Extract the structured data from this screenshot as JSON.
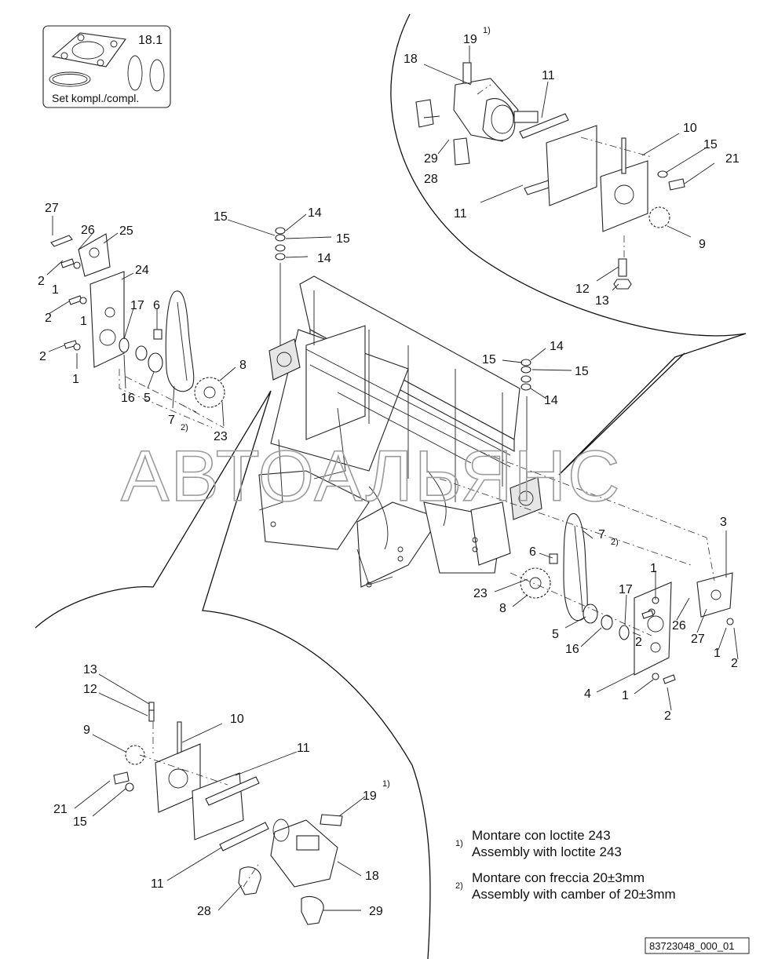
{
  "kit": {
    "number": "18.1",
    "caption": "Set kompl./compl."
  },
  "watermark": "АВТОАЛЬЯНС",
  "notes": [
    {
      "marker": "1)",
      "line1": "Montare con loctite 243",
      "line2": "Assembly with loctite 243"
    },
    {
      "marker": "2)",
      "line1": "Montare con freccia 20±3mm",
      "line2": "Assembly with camber of 20±3mm"
    }
  ],
  "drawing_code": "83723048_000_01",
  "callouts": {
    "top_detail": [
      "19",
      "1)",
      "18",
      "11",
      "10",
      "15",
      "21",
      "29",
      "28",
      "11",
      "9",
      "12",
      "13"
    ],
    "left_assembly": [
      "27",
      "26",
      "25",
      "24",
      "2",
      "1",
      "2",
      "1",
      "17",
      "6",
      "2",
      "1",
      "16",
      "5",
      "7",
      "2)",
      "8",
      "23"
    ],
    "center_stack_left": [
      "15",
      "14",
      "15",
      "14"
    ],
    "center_stack_right": [
      "15",
      "14",
      "15",
      "14"
    ],
    "right_assembly": [
      "3",
      "7",
      "2)",
      "6",
      "1",
      "23",
      "8",
      "17",
      "26",
      "27",
      "5",
      "16",
      "2",
      "1",
      "2",
      "4",
      "1",
      "2"
    ],
    "bottom_detail": [
      "13",
      "12",
      "10",
      "9",
      "11",
      "1)",
      "19",
      "21",
      "15",
      "11",
      "18",
      "28",
      "29"
    ]
  }
}
